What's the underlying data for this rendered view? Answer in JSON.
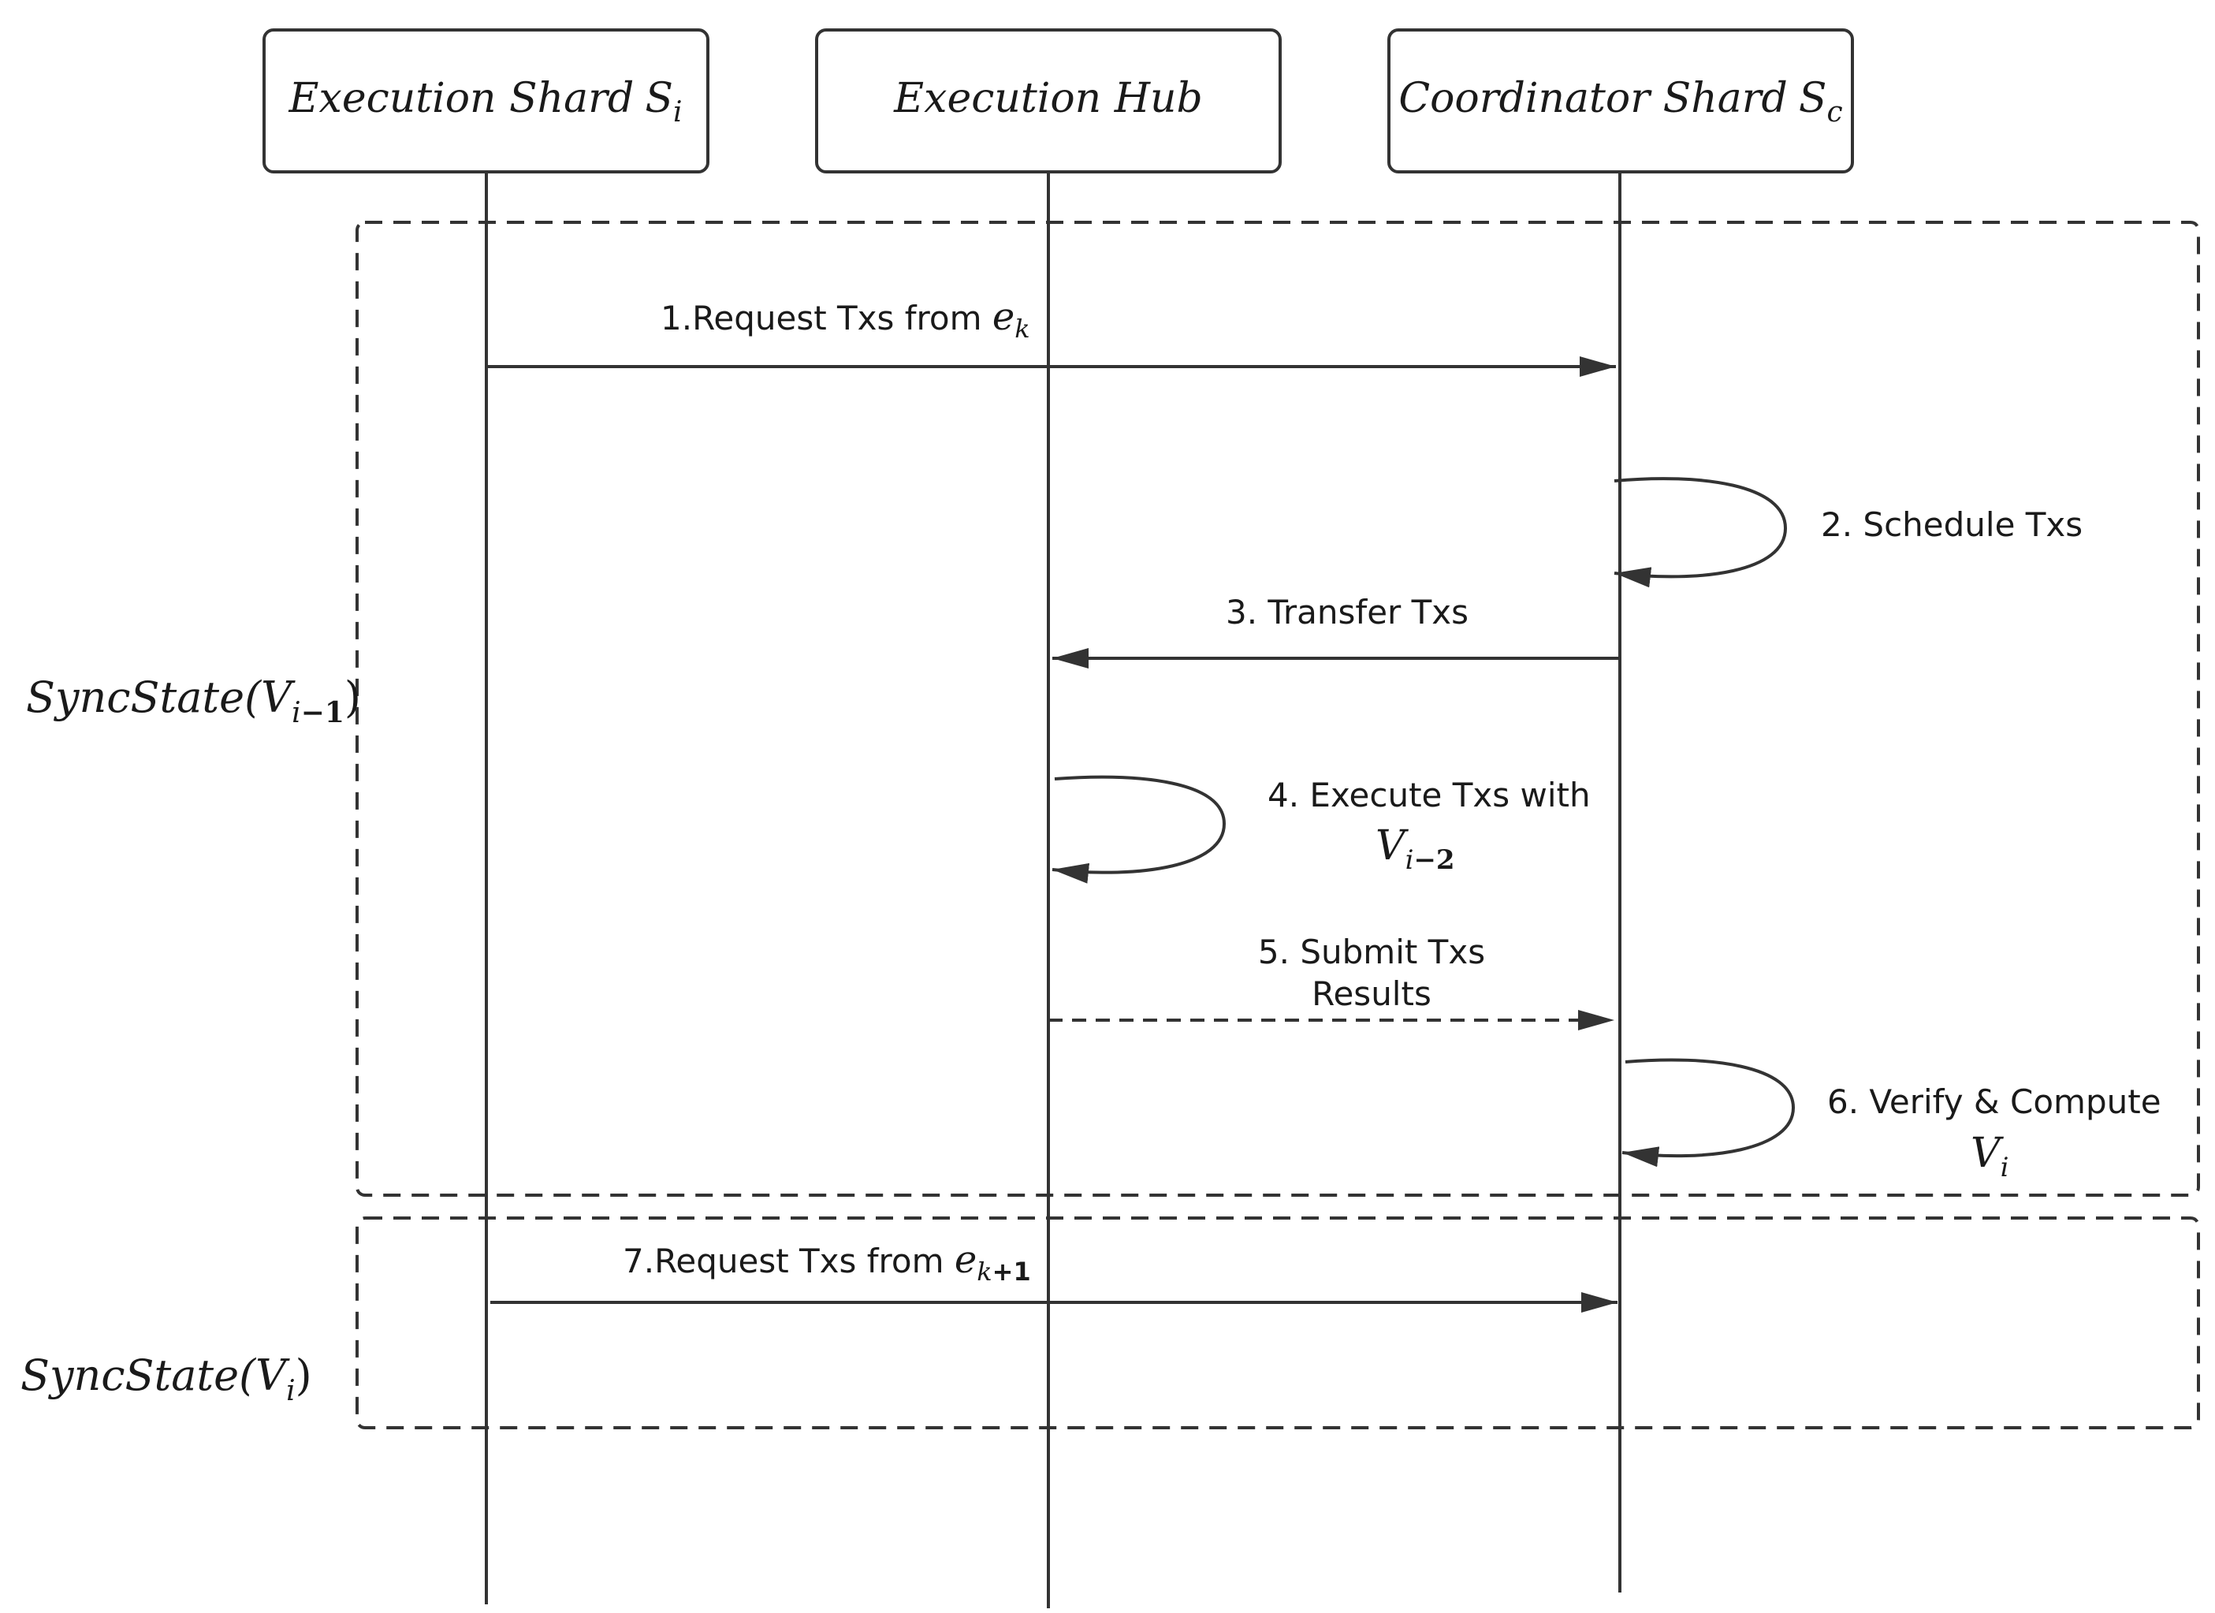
{
  "participants": {
    "shard": {
      "name": "Execution Shard",
      "sym": "S",
      "sub": "i"
    },
    "hub": {
      "name": "Execution Hub"
    },
    "coordinator": {
      "name": "Coordinator Shard",
      "sym": "S",
      "sub": "c"
    }
  },
  "frames": {
    "first": {
      "fn": "SyncState(",
      "var": "V",
      "sub_i": "i",
      "sub_rest": "−1",
      "close": ")"
    },
    "second": {
      "fn": "SyncState(",
      "var": "V",
      "sub": "i",
      "close": ")"
    }
  },
  "messages": {
    "m1": {
      "text": "1.Request Txs  from ",
      "var": "e",
      "sub": "k"
    },
    "m2": {
      "text": "2. Schedule Txs"
    },
    "m3": {
      "text": "3. Transfer Txs"
    },
    "m4": {
      "line1": "4. Execute Txs with",
      "var": "V",
      "sub_i": "i",
      "sub_rest": "−2"
    },
    "m5": {
      "line1": "5. Submit Txs",
      "line2": "Results"
    },
    "m6": {
      "line1": "6. Verify & Compute",
      "var": "V",
      "sub": "i"
    },
    "m7": {
      "text": "7.Request Txs from ",
      "var": "e",
      "sub_k": "k",
      "sub_rest": "+1"
    }
  },
  "colors": {
    "line": "#333333",
    "text": "#1a1a1a",
    "dash": "#333333"
  }
}
